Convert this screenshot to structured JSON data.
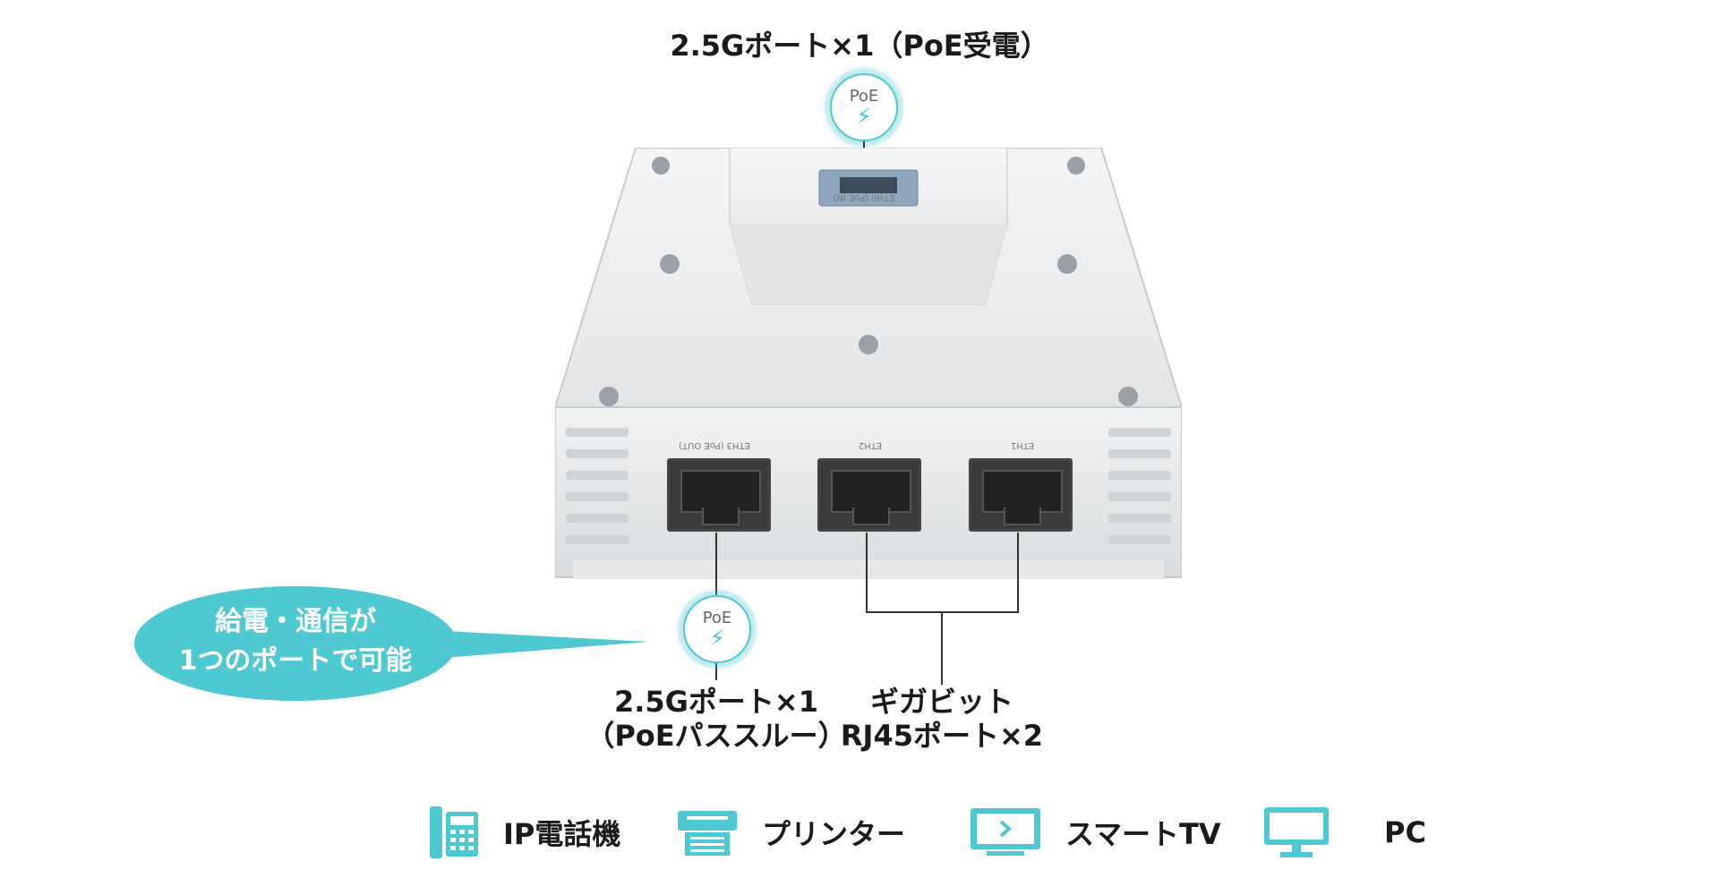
{
  "top_label": "2.5Gポート×1（PoE受電）",
  "poe_badge_text": "PoE",
  "ports": [
    {
      "label": "ETH3 (PoE OUT)"
    },
    {
      "label": "ETH2"
    },
    {
      "label": "ETH1"
    }
  ],
  "top_port_label": "ETH0 (PoE IN)",
  "bubble": {
    "line1": "給電・通信が",
    "line2": "1つのポートで可能"
  },
  "left_label": {
    "line1": "2.5Gポート×1",
    "line2": "（PoEパススルー）"
  },
  "right_label": {
    "line1": "ギガビット",
    "line2": "RJ45ポート×2"
  },
  "legend": [
    {
      "icon": "ip-phone-icon",
      "label": "IP電話機"
    },
    {
      "icon": "printer-icon",
      "label": "プリンター"
    },
    {
      "icon": "smart-tv-icon",
      "label": "スマートTV"
    },
    {
      "icon": "pc-monitor-icon",
      "label": "PC"
    }
  ],
  "colors": {
    "accent": "#4ec9d2",
    "icon": "#4ec9d2",
    "text": "#1a1a1a"
  }
}
